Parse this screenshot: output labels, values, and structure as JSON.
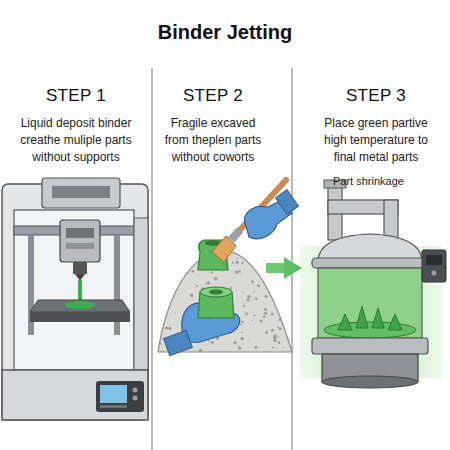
{
  "diagram": {
    "title": "Binder Jetting",
    "nodes": [
      {
        "text": [
          "STEP 1",
          "Liquid deposit binder creathe muliple parts without supports"
        ]
      },
      {
        "text": [
          "STEP 2",
          "Fragile excaved from theplen parts without coworts"
        ]
      },
      {
        "text": [
          "STEP 3",
          "Place green partive high temperature to final metal parts"
        ]
      }
    ],
    "edges": [
      {
        "from": 1,
        "to": 2,
        "arrow": "to"
      }
    ],
    "labels": [
      "Part shrinkage"
    ]
  }
}
